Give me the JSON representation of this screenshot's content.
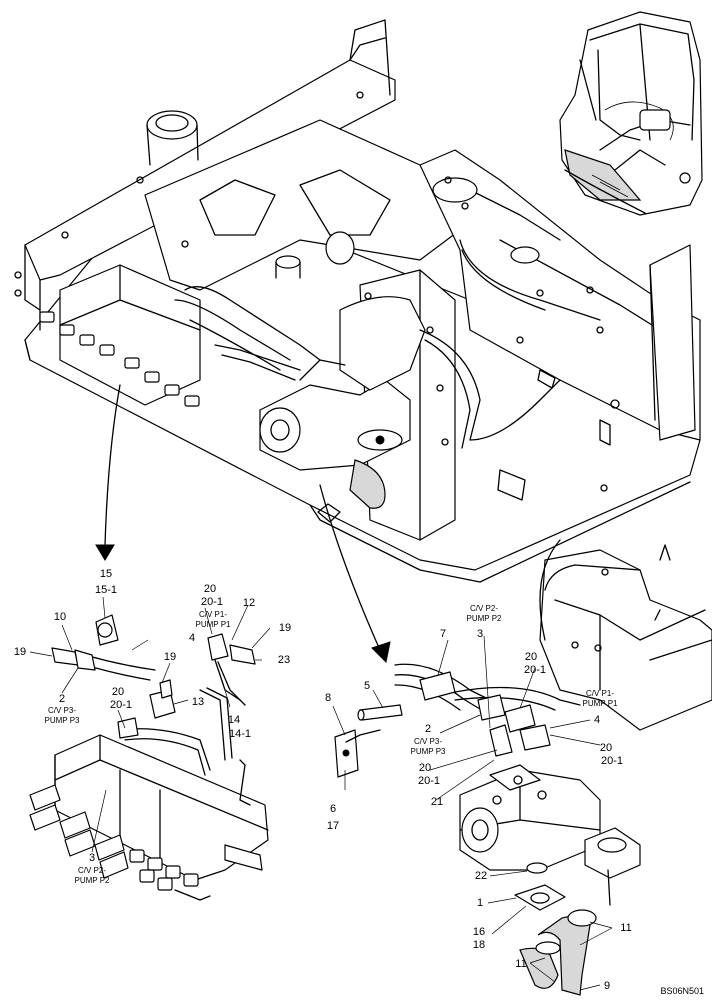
{
  "drawing_code": "BS06N501",
  "callouts": [
    {
      "id": "c15",
      "text": "15"
    },
    {
      "id": "c15_1",
      "text": "15-1"
    },
    {
      "id": "c10",
      "text": "10"
    },
    {
      "id": "c19a",
      "text": "19"
    },
    {
      "id": "c2a",
      "text": "2"
    },
    {
      "id": "c_cvp3_a",
      "text": "C/V P3-"
    },
    {
      "id": "c_pp3_a",
      "text": "PUMP P3"
    },
    {
      "id": "c20a",
      "text": "20"
    },
    {
      "id": "c20_1a",
      "text": "20-1"
    },
    {
      "id": "c_cvp1_a",
      "text": "C/V P1-"
    },
    {
      "id": "c_pp1_a",
      "text": "PUMP P1"
    },
    {
      "id": "c4a",
      "text": "4"
    },
    {
      "id": "c12",
      "text": "12"
    },
    {
      "id": "c19b",
      "text": "19"
    },
    {
      "id": "c23",
      "text": "23"
    },
    {
      "id": "c19c",
      "text": "19"
    },
    {
      "id": "c20b",
      "text": "20"
    },
    {
      "id": "c20_1b",
      "text": "20-1"
    },
    {
      "id": "c13",
      "text": "13"
    },
    {
      "id": "c14",
      "text": "14"
    },
    {
      "id": "c14_1",
      "text": "14-1"
    },
    {
      "id": "c3a",
      "text": "3"
    },
    {
      "id": "c_cvp2_a",
      "text": "C/V P2-"
    },
    {
      "id": "c_pp2_a",
      "text": "PUMP P2"
    },
    {
      "id": "c8",
      "text": "8"
    },
    {
      "id": "c5",
      "text": "5"
    },
    {
      "id": "c6",
      "text": "6"
    },
    {
      "id": "c17",
      "text": "17"
    },
    {
      "id": "c_cvp2_b",
      "text": "C/V P2-"
    },
    {
      "id": "c_pp2_b",
      "text": "PUMP P2"
    },
    {
      "id": "c7",
      "text": "7"
    },
    {
      "id": "c3b",
      "text": "3"
    },
    {
      "id": "c20c",
      "text": "20"
    },
    {
      "id": "c20_1c",
      "text": "20-1"
    },
    {
      "id": "c_cvp1_b",
      "text": "C/V P1-"
    },
    {
      "id": "c_pp1_b",
      "text": "PUMP P1"
    },
    {
      "id": "c2b",
      "text": "2"
    },
    {
      "id": "c_cvp3_b",
      "text": "C/V P3-"
    },
    {
      "id": "c_pp3_b",
      "text": "PUMP P3"
    },
    {
      "id": "c4b",
      "text": "4"
    },
    {
      "id": "c20d",
      "text": "20"
    },
    {
      "id": "c20_1d",
      "text": "20-1"
    },
    {
      "id": "c20e",
      "text": "20"
    },
    {
      "id": "c20_1e",
      "text": "20-1"
    },
    {
      "id": "c21",
      "text": "21"
    },
    {
      "id": "c22",
      "text": "22"
    },
    {
      "id": "c1",
      "text": "1"
    },
    {
      "id": "c16",
      "text": "16"
    },
    {
      "id": "c18",
      "text": "18"
    },
    {
      "id": "c11a",
      "text": "11"
    },
    {
      "id": "c11b",
      "text": "11"
    },
    {
      "id": "c9",
      "text": "9"
    }
  ]
}
